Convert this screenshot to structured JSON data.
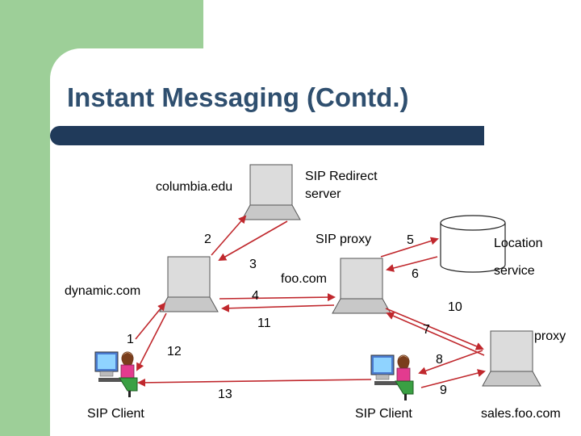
{
  "slide": {
    "title": "Instant Messaging (Contd.)"
  },
  "labels": {
    "columbia": "columbia.edu",
    "redirect_line1": "SIP Redirect",
    "redirect_line2": "server",
    "sip_proxy": "SIP proxy",
    "location": "Location",
    "service": "service",
    "foo_com": "foo.com",
    "dynamic_com": "dynamic.com",
    "proxy": "proxy",
    "sip_client_left": "SIP Client",
    "sip_client_right": "SIP Client",
    "sales_foo": "sales.foo.com"
  },
  "steps": [
    "1",
    "2",
    "3",
    "4",
    "5",
    "6",
    "7",
    "8",
    "9",
    "10",
    "11",
    "12",
    "13"
  ],
  "colors": {
    "arrow": "#c0282d",
    "title": "#2f4f6f",
    "title_bar": "#203a5a",
    "accent_green": "#9dcf98"
  }
}
